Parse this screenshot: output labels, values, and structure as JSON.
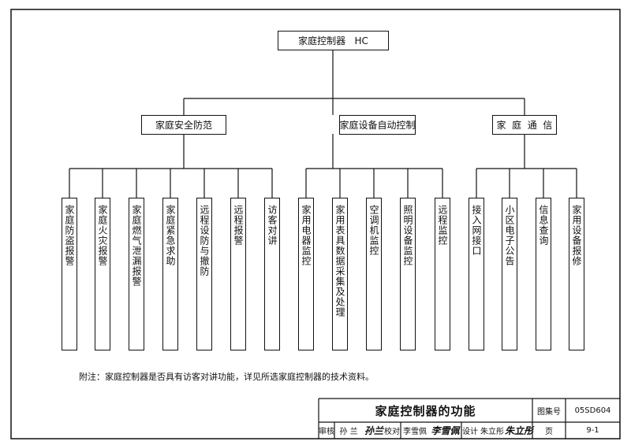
{
  "root": {
    "label": "家庭控制器   HC"
  },
  "categories": [
    {
      "label": "家庭安全防范",
      "items": [
        "家庭防盗报警",
        "家庭火灾报警",
        "家庭燃气泄漏报警",
        "家庭紧急求助",
        "远程设防与撤防",
        "远程报警",
        "访客对讲"
      ]
    },
    {
      "label": "家庭设备自动控制",
      "items": [
        "家用电器监控",
        "家用表具数据采集及处理",
        "空调机监控",
        "照明设备监控",
        "远程监控"
      ]
    },
    {
      "label": "家  庭  通  信",
      "items": [
        "接入网接口",
        "小区电子公告",
        "信息查询",
        "家用设备报修"
      ]
    }
  ],
  "note": "附注：家庭控制器是否具有访客对讲功能，详见所选家庭控制器的技术资料。",
  "title_block": {
    "title": "家庭控制器的功能",
    "atlas_label": "图集号",
    "atlas_no": "05SD604",
    "page_label": "页",
    "page_no": "9-1",
    "review_label": "审核",
    "review_name": "孙 兰",
    "review_sig": "孙兰",
    "check_label": "校对",
    "check_name": "李雪佩",
    "check_sig": "李雪佩",
    "design_label": "设计",
    "design_name": "朱立彤",
    "design_sig": "朱立彤"
  }
}
